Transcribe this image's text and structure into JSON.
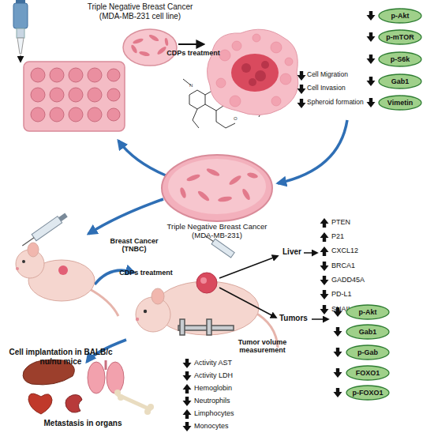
{
  "diagram": {
    "nodes": [
      {
        "text": [
          "p-Akt"
        ]
      },
      {
        "text": [
          "p-mTOR"
        ]
      },
      {
        "text": [
          "p-S6k"
        ]
      },
      {
        "text": [
          "Gab1"
        ]
      },
      {
        "text": [
          "Vimetin"
        ]
      },
      {
        "text": [
          "p-Akt"
        ]
      },
      {
        "text": [
          "Gab1"
        ]
      },
      {
        "text": [
          "p-Gab"
        ]
      },
      {
        "text": [
          "FOXO1"
        ]
      },
      {
        "text": [
          "p-FOXO1"
        ]
      }
    ],
    "labels": [
      "Triple Negative Breast Cancer (MDA-MB-231 cell line)",
      "CDPs treatment",
      "Cell Migration",
      "Cell Invasion",
      "Spheroid formation",
      "Triple Negative Breast Cancer (MDA-MB-231)",
      "Cell implantation in BALB/c nu/nu mice",
      "Breast Cancer (TNBC)",
      "CDPs treatment",
      "Tumor volume measurement",
      "Liver",
      "PTEN",
      "P21",
      "CXCL12",
      "BRCA1",
      "GADD45A",
      "PD-L1",
      "SNAIL",
      "Tumors",
      "Activity AST",
      "Activity LDH",
      "Hemoglobin",
      "Neutrophils",
      "Limphocytes",
      "Monocytes",
      "Metastasis in organs"
    ]
  }
}
